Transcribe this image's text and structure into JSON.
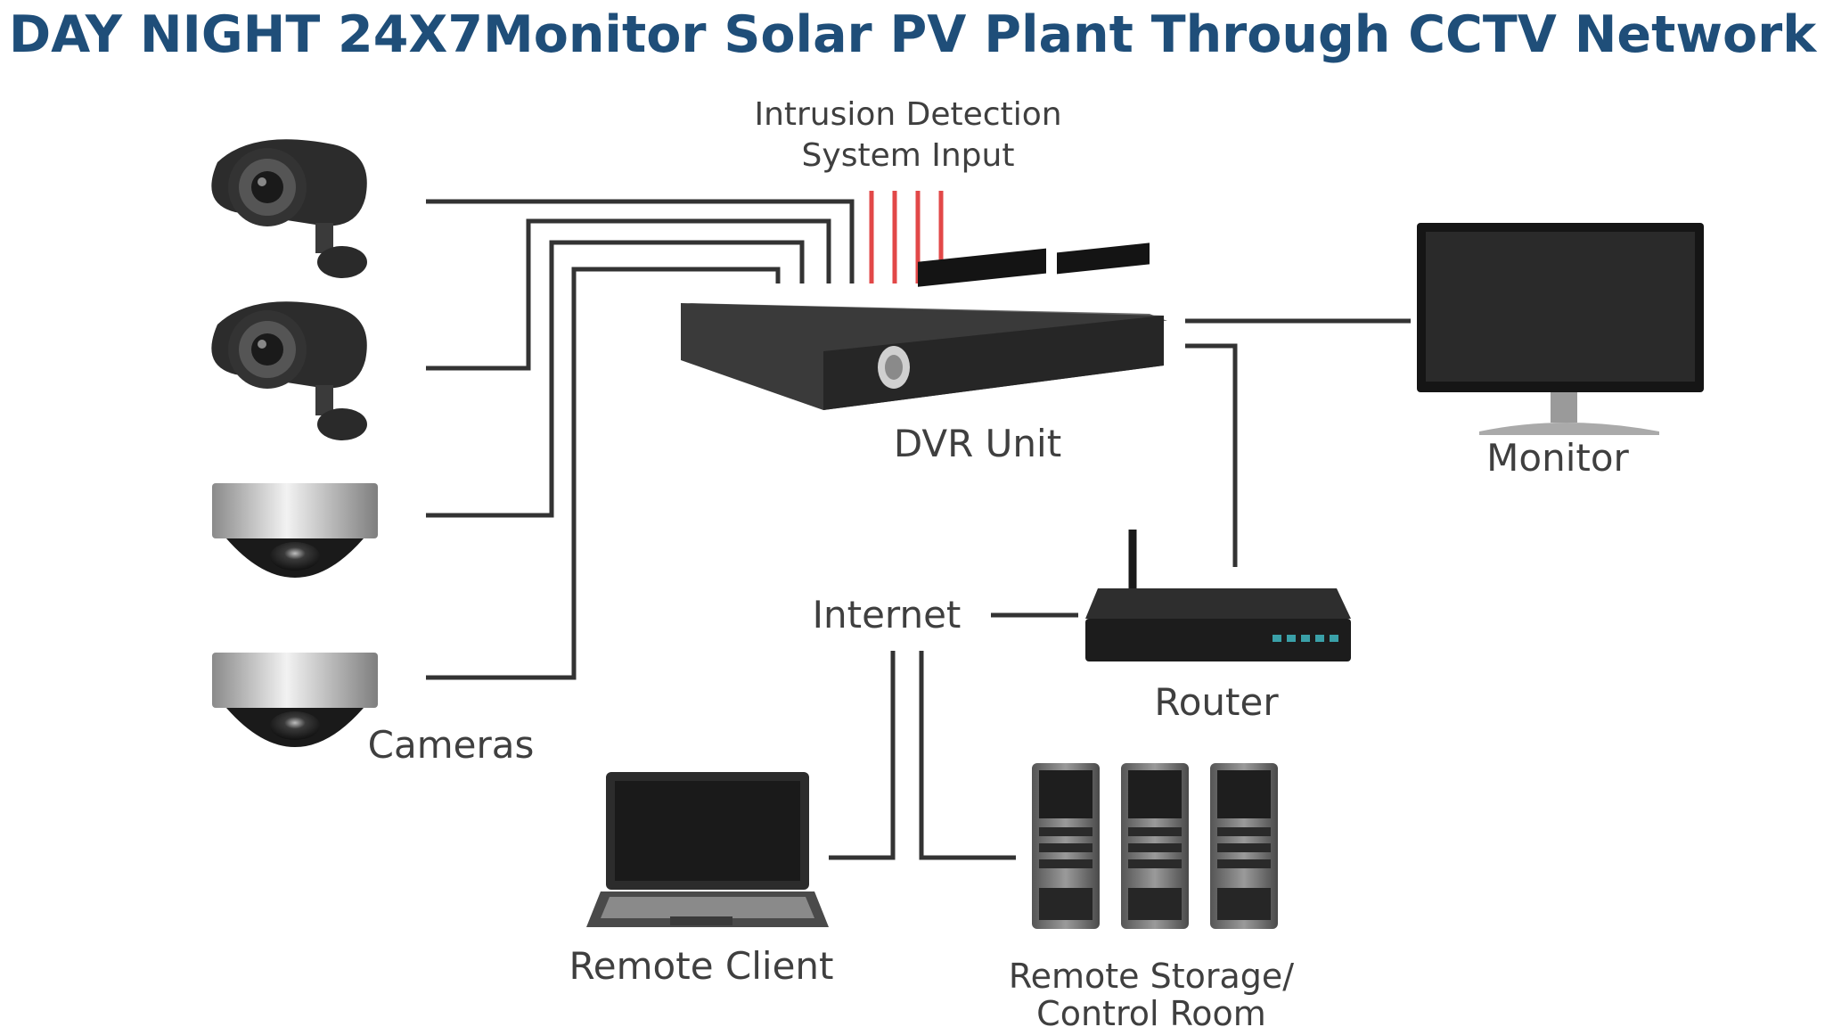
{
  "title": "DAY NIGHT 24X7Monitor Solar PV Plant Through CCTV Network",
  "labels": {
    "ids_line1": "Intrusion Detection",
    "ids_line2": "System Input",
    "dvr": "DVR Unit",
    "monitor": "Monitor",
    "internet": "Internet",
    "router": "Router",
    "cameras": "Cameras",
    "remote_client": "Remote Client",
    "remote_storage_line1": "Remote Storage/",
    "remote_storage_line2": "Control Room"
  },
  "colors": {
    "title": "#1f4e79",
    "wire": "#333333",
    "ids_wire": "#e24848",
    "label": "#3f3f3f"
  }
}
